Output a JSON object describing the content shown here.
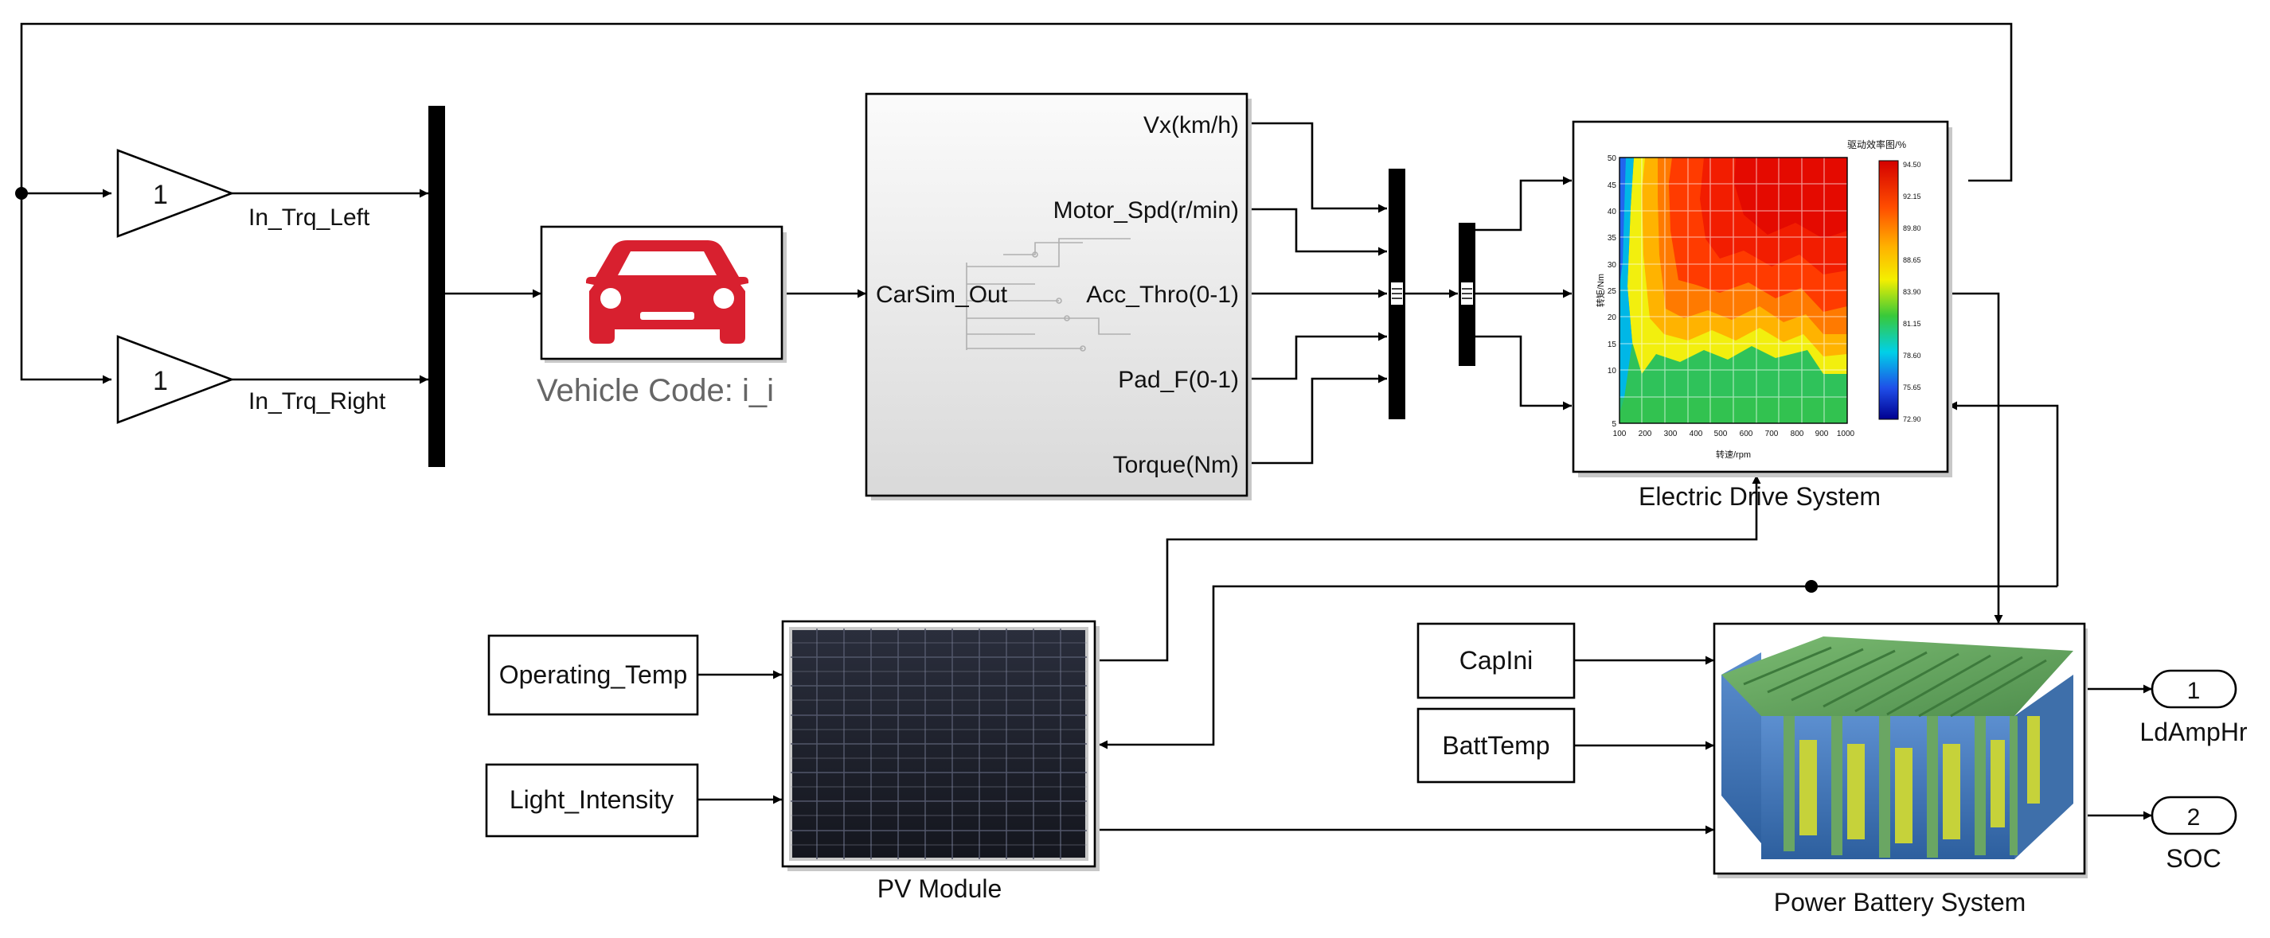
{
  "gains": {
    "left": {
      "value": "1",
      "signal": "In_Trq_Left"
    },
    "right": {
      "value": "1",
      "signal": "In_Trq_Right"
    }
  },
  "vehicle": {
    "caption": "Vehicle Code: i_i"
  },
  "carsim": {
    "input": "CarSim_Out",
    "outputs": [
      "Vx(km/h)",
      "Motor_Spd(r/min)",
      "Acc_Thro(0-1)",
      "Pad_F(0-1)",
      "Torque(Nm)"
    ]
  },
  "edrive": {
    "caption": "Electric Drive System",
    "map_title": "驱动效率图/%",
    "xlabel": "转速/rpm",
    "ylabel": "转矩/Nm",
    "xticks": [
      "100",
      "200",
      "300",
      "400",
      "500",
      "600",
      "700",
      "800",
      "900",
      "1000"
    ],
    "yticks": [
      "50",
      "45",
      "40",
      "35",
      "30",
      "25",
      "20",
      "15",
      "10",
      "5"
    ],
    "colorbar_ticks": [
      "94.50",
      "92.15",
      "89.80",
      "88.65",
      "83.90",
      "81.15",
      "78.60",
      "75.65",
      "72.90"
    ]
  },
  "pv": {
    "caption": "PV Module",
    "inputs": [
      "Operating_Temp",
      "Light_Intensity"
    ]
  },
  "battery": {
    "caption": "Power Battery System",
    "inputs": [
      "CapIni",
      "BattTemp"
    ],
    "outports": [
      {
        "number": "1",
        "name": "LdAmpHr"
      },
      {
        "number": "2",
        "name": "SOC"
      }
    ]
  },
  "colors": {
    "car_red": "#d8202f",
    "battery_green": "#5e9e5a",
    "battery_blue": "#3f77b8",
    "pv_dark": "#1c1f2a"
  }
}
